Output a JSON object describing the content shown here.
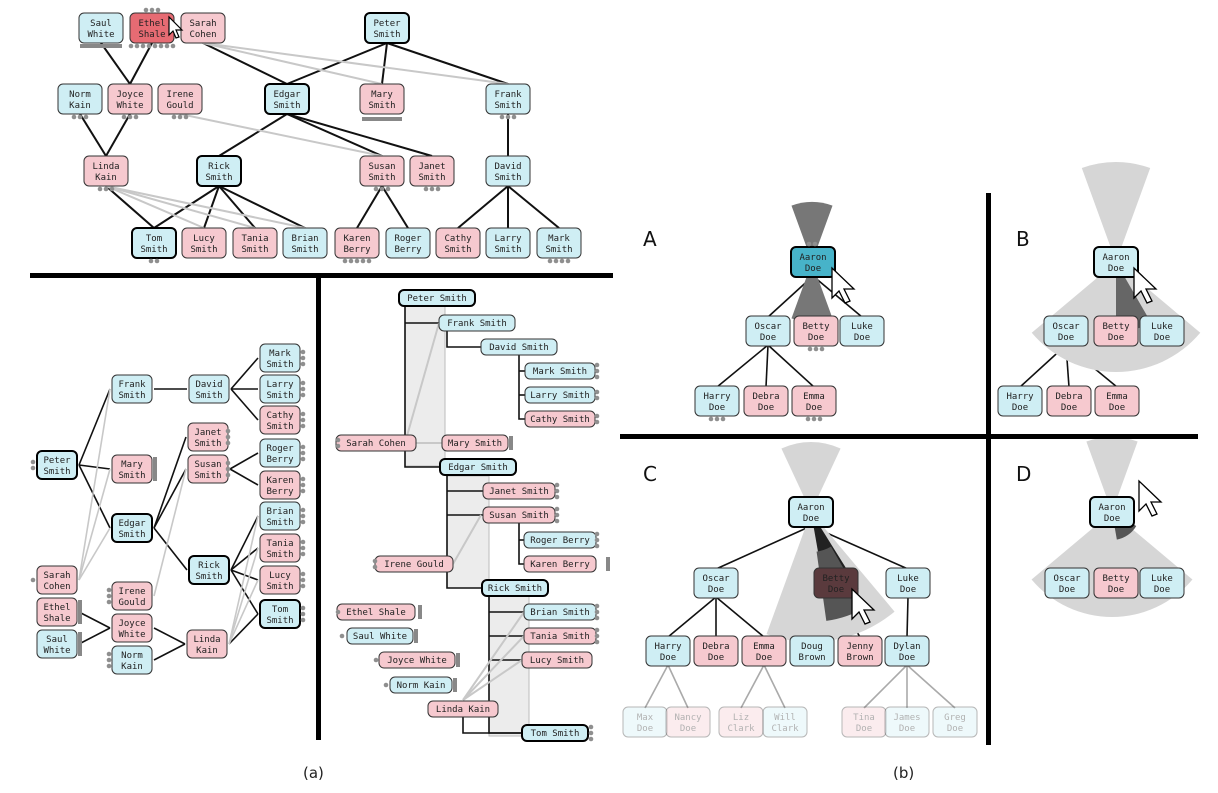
{
  "colors": {
    "male": "#cfeef4",
    "female": "#f6c9cf",
    "male_dark": "#47b3c9",
    "female_dark": "#e66b73",
    "edge": "#111111",
    "edge_light": "#c8c8c8",
    "dot": "#8f8f8f"
  },
  "captions": {
    "a": "(a)",
    "b": "(b)"
  },
  "panels": {
    "A": "A",
    "B": "B",
    "C": "C",
    "D": "D"
  },
  "people": {
    "saul": "Saul White",
    "ethel": "Ethel Shale",
    "sarah": "Sarah Cohen",
    "peter": "Peter Smith",
    "norm": "Norm Kain",
    "joyce": "Joyce White",
    "irene": "Irene Gould",
    "edgar": "Edgar Smith",
    "mary": "Mary Smith",
    "frank": "Frank Smith",
    "linda": "Linda Kain",
    "rick": "Rick Smith",
    "susan": "Susan Smith",
    "janet": "Janet Smith",
    "david": "David Smith",
    "tom": "Tom Smith",
    "lucy": "Lucy Smith",
    "tania": "Tania Smith",
    "brian": "Brian Smith",
    "karen": "Karen Berry",
    "roger": "Roger Berry",
    "cathy": "Cathy Smith",
    "larry": "Larry Smith",
    "mark": "Mark Smith"
  },
  "doe_family": {
    "aaron": "Aaron Doe",
    "oscar": "Oscar Doe",
    "betty": "Betty Doe",
    "luke": "Luke Doe",
    "harry": "Harry Doe",
    "debra": "Debra Doe",
    "emma": "Emma Doe",
    "doug": "Doug Brown",
    "jenny": "Jenny Brown",
    "dylan": "Dylan Doe",
    "max": "Max Doe",
    "nancy": "Nancy Doe",
    "liz": "Liz Clark",
    "will": "Will Clark",
    "tina": "Tina Doe",
    "james": "James Doe",
    "greg": "Greg Doe"
  }
}
